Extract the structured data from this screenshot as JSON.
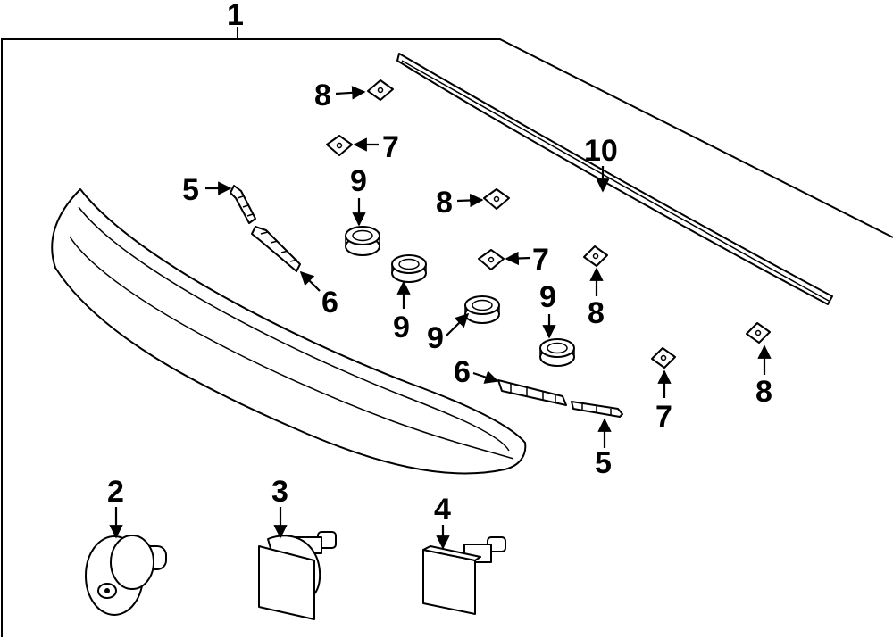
{
  "diagram": {
    "callouts": {
      "c1": "1",
      "c2": "2",
      "c3": "3",
      "c4": "4",
      "c5a": "5",
      "c5b": "5",
      "c6a": "6",
      "c6b": "6",
      "c7a": "7",
      "c7b": "7",
      "c7c": "7",
      "c8a": "8",
      "c8b": "8",
      "c8c": "8",
      "c8d": "8",
      "c9a": "9",
      "c9b": "9",
      "c9c": "9",
      "c9d": "9",
      "c10": "10"
    }
  }
}
